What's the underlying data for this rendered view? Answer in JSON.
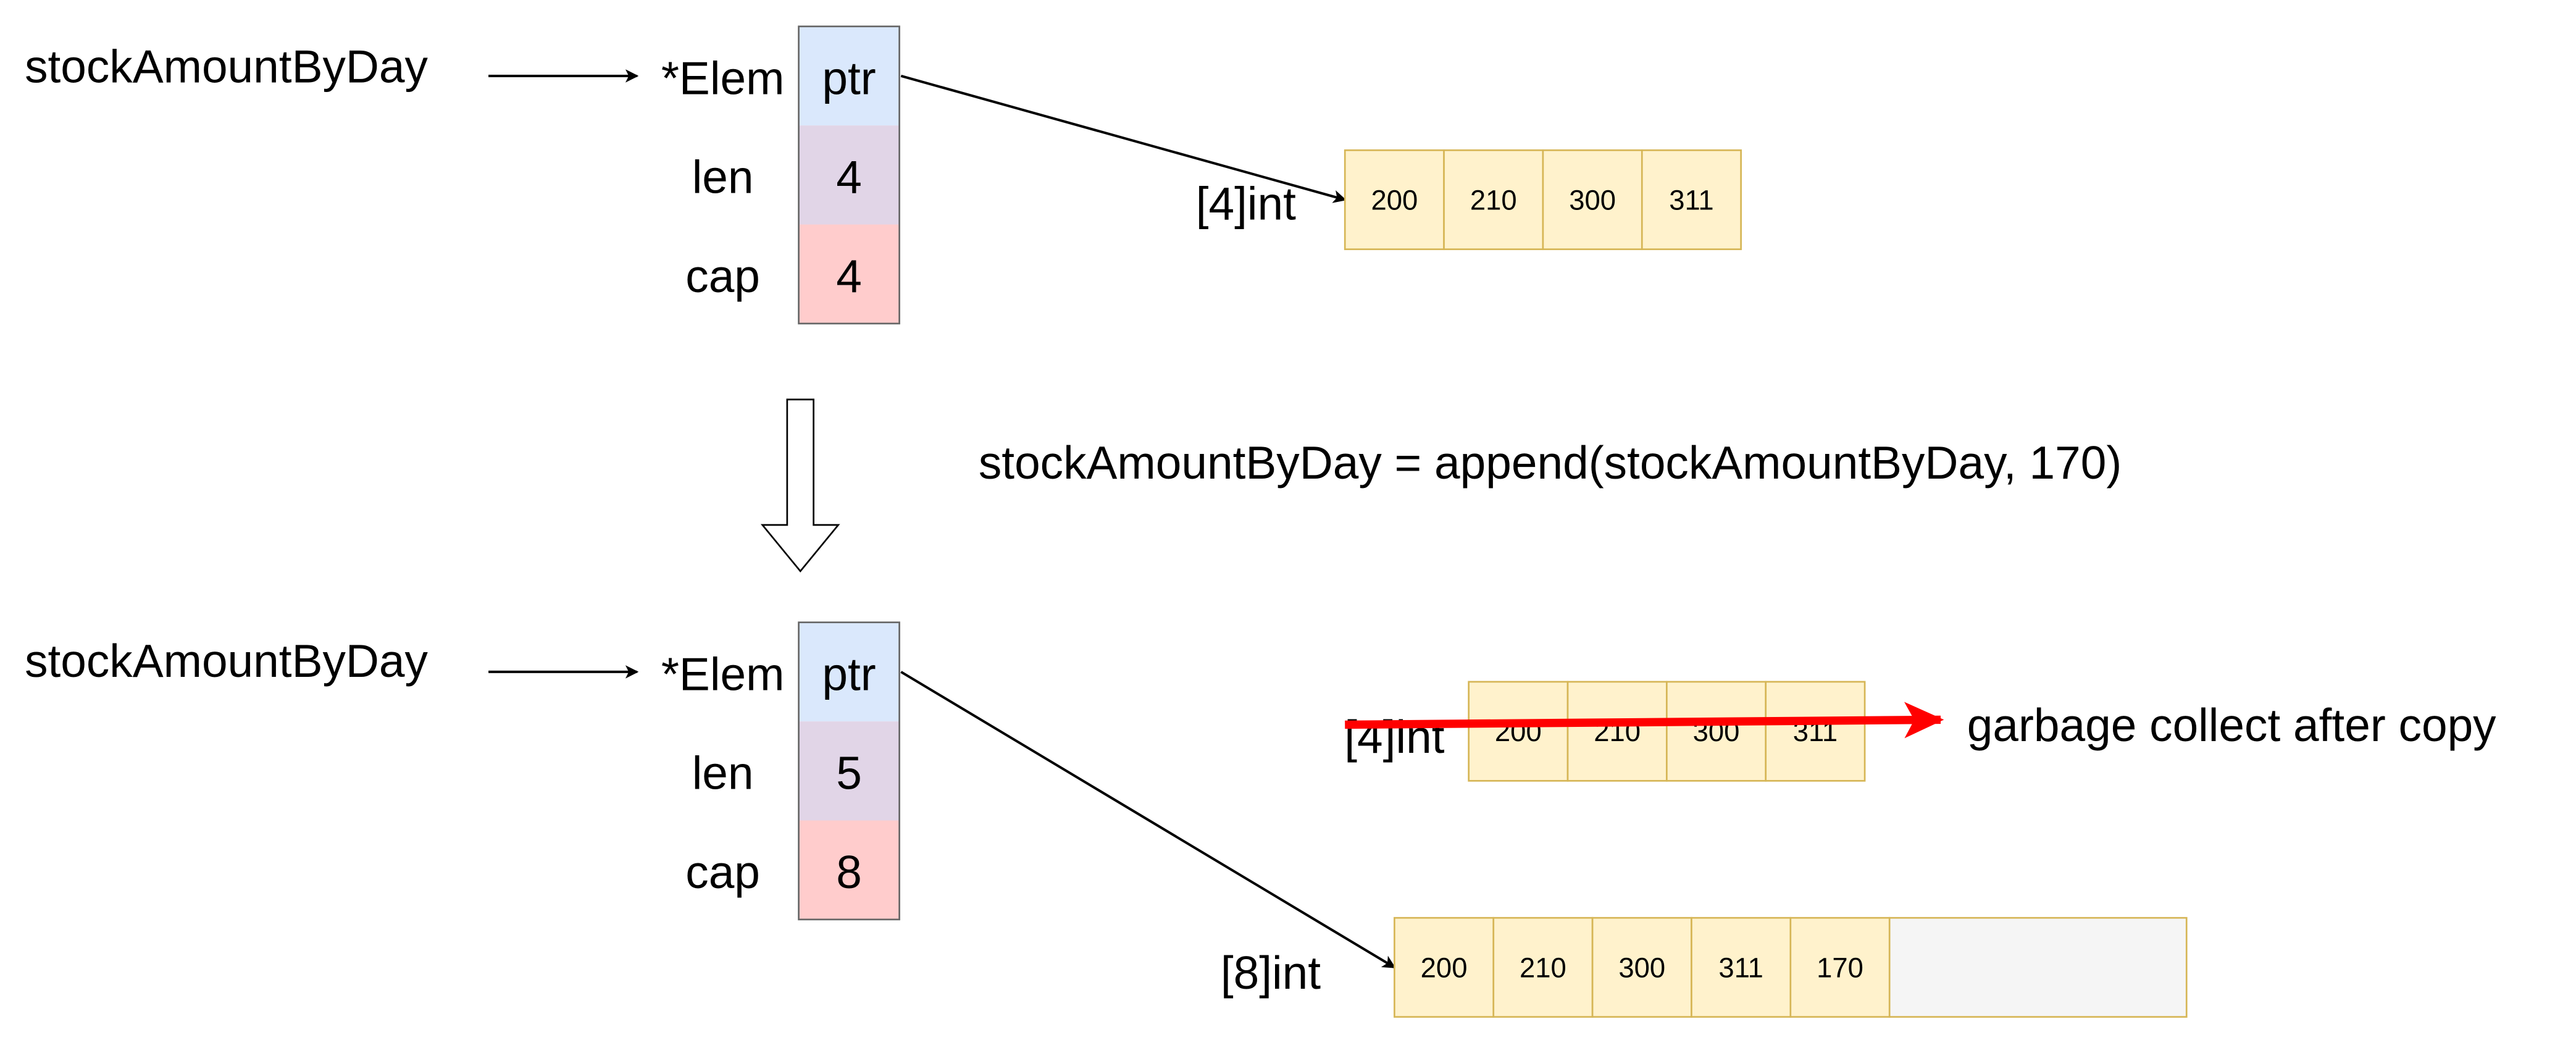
{
  "colors": {
    "ptr_fill": "#dae8fc",
    "len_fill": "#e1d5e7",
    "cap_fill": "#ffcccc",
    "cell_fill": "#fff2cc",
    "cell_stroke": "#d6b656",
    "empty_fill": "#f5f5f5",
    "cross_out": "#ff0000"
  },
  "before": {
    "variable": "stockAmountByDay",
    "header": {
      "elem_label": "*Elem",
      "ptr_value": "ptr",
      "len_label": "len",
      "len_value": "4",
      "cap_label": "cap",
      "cap_value": "4"
    },
    "array": {
      "type_label": "[4]int",
      "values": [
        "200",
        "210",
        "300",
        "311"
      ]
    }
  },
  "operation": "stockAmountByDay = append(stockAmountByDay, 170)",
  "after": {
    "variable": "stockAmountByDay",
    "header": {
      "elem_label": "*Elem",
      "ptr_value": "ptr",
      "len_label": "len",
      "len_value": "5",
      "cap_label": "cap",
      "cap_value": "8"
    },
    "old_array": {
      "type_label": "[4]int",
      "values": [
        "200",
        "210",
        "300",
        "311"
      ],
      "note": "garbage collect after copy"
    },
    "new_array": {
      "type_label": "[8]int",
      "values": [
        "200",
        "210",
        "300",
        "311",
        "170"
      ]
    }
  }
}
